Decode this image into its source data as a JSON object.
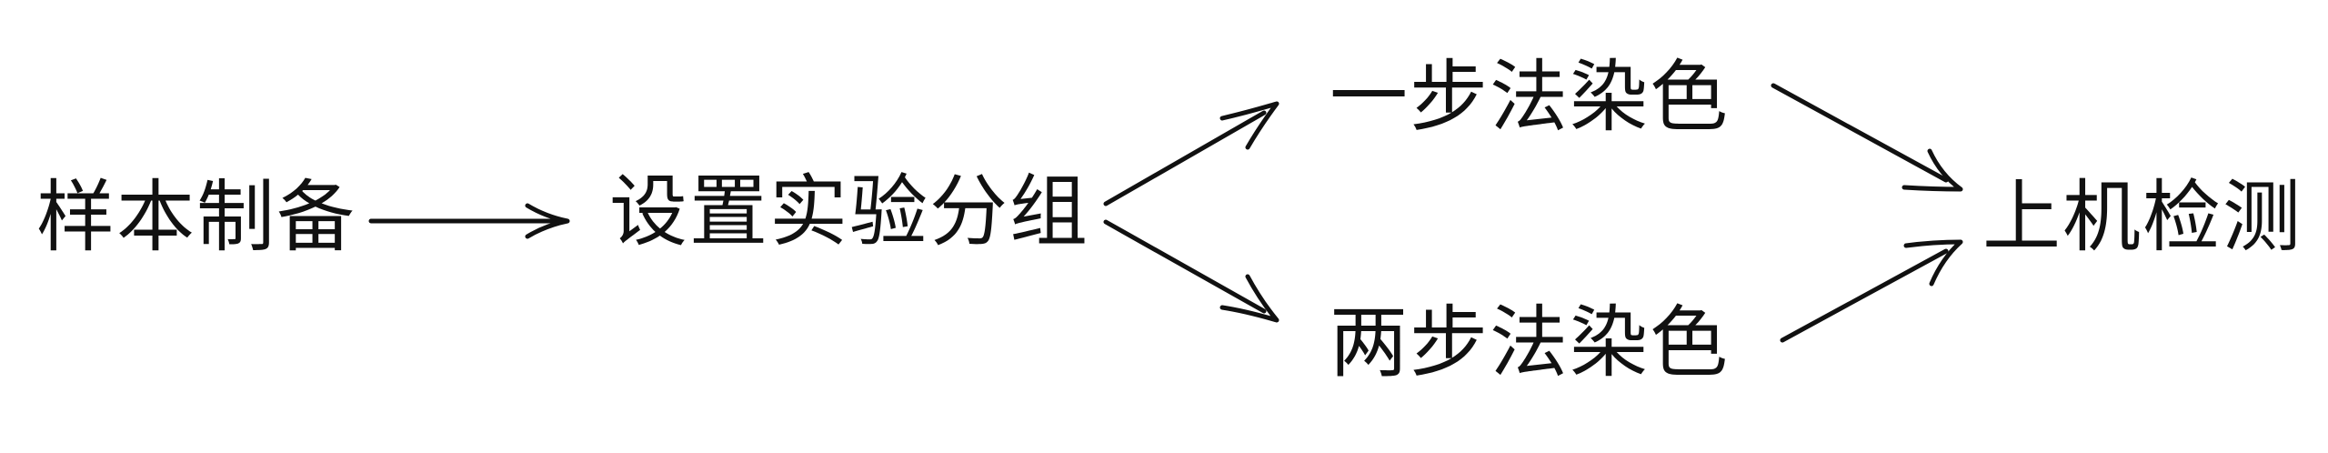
{
  "nodes": {
    "sample_prep": "样本制备",
    "experiment_groups": "设置实验分组",
    "one_step_stain": "一步法染色",
    "two_step_stain": "两步法染色",
    "instrument_detection": "上机检测"
  },
  "colors": {
    "text": "#111111",
    "arrow": "#111111",
    "background": "#ffffff"
  }
}
